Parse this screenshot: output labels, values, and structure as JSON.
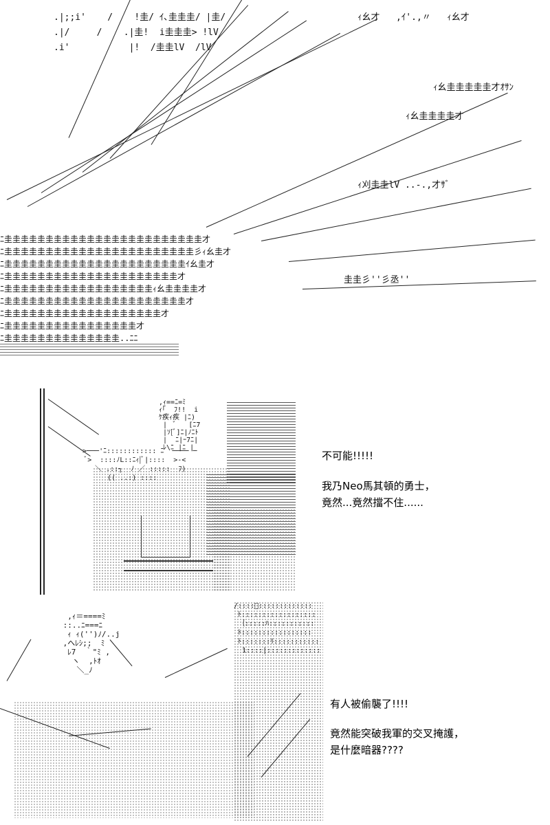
{
  "panel1": {
    "art_rows": [
      "ﾆ圭圭圭圭圭圭圭圭圭圭圭圭圭圭圭圭圭圭圭圭圭圭圭圭才",
      "ﾆ圭圭圭圭圭圭圭圭圭圭圭圭圭圭圭圭圭圭圭圭圭圭圭彡ｨ幺圭才",
      "ﾆ圭圭圭圭圭圭圭圭圭圭圭圭圭圭圭圭圭圭圭圭圭圭ｲ幺圭才",
      "ﾆ圭圭圭圭圭圭圭圭圭圭圭圭圭圭圭圭圭圭圭圭圭才",
      "ﾆ圭圭圭圭圭圭圭圭圭圭圭圭圭圭圭圭圭圭ｨ幺圭圭圭圭才",
      "ﾆ圭圭圭圭圭圭圭圭圭圭圭圭圭圭圭圭圭圭圭圭圭圭才",
      "ﾆ圭圭圭圭圭圭圭圭圭圭圭圭圭圭圭圭圭圭圭才",
      "ﾆ圭圭圭圭圭圭圭圭圭圭圭圭圭圭圭圭才",
      "ﾆ圭圭圭圭圭圭圭圭圭圭圭圭圭圭..ﾆﾆ"
    ],
    "top_fragments": [
      ".|;;i'    /    !圭/ ｲ､圭圭圭/ |圭/",
      ".|/     /    .|圭!  i圭圭圭> !lV",
      ".i'           |!  /圭圭lV  /lV",
      "ｨ幺才   ,ｲ'.,〃   ｨ幺才",
      "ｨ幺圭圭圭圭圭才ｵｻﾝ",
      "ｨ幺圭圭圭圭才",
      "ｨ刈圭圭lV ..-.,才ｻﾞ",
      "圭圭彡''彡丞''"
    ]
  },
  "panel2": {
    "art": {
      "head": " ,ｨ==ﾆ=ﾐ\n ｨ｢  ﾌ!!  i\n ｹ疾ｨ疾 |ﾆ)\n  |  ﾞ   [ﾆ7\n  |ｿ[ﾞ]ﾆ|ﾉﾆﾄ\n  |  ﾆ|ｰ7ﾆ|\n  ﾚ\\ﾆ |ﾆ |",
      "arms": ">───'ﾆ:::::::::::: ﾆ  ──── ─\n ﾞ>  ::::ﾉL::ﾆｨ|ﾞ|::::  >-<\n   ＼ .::┐  ﾉ ／ :::::  ﾌ)\n      (( ..:) ::::"
    },
    "lines": [
      "不可能!!!!!",
      "我乃Neo馬其頓的勇士，",
      "竟然...竟然擋不住......"
    ]
  },
  "panel3": {
    "art": {
      "head": "  ,ｨ＝====ﾐ\n ::..ﾆ===ﾆ\n  ｨ ｨ('')ﾉ/..j\n ,へﾚｼ;;  ﾐ\n  ﾚ7  ｀\"ﾐ ,\n   ヽ  ,ﾄｵ\n    ＼_ﾉ",
      "right": "/::::ﾞ:::::::::::::\n ﾄ::::::::::::::::::\n ｛:::::ﾊ:::::::::::\n ﾄ:::::::::::::::::\n ﾄ:::::::ﾘ:::::::::::\n  1::::|:::::::::::::"
    },
    "lines": [
      "有人被偷襲了!!!!",
      "竟然能突破我軍的交叉掩護，",
      "是什麼暗器????"
    ]
  },
  "colors": {
    "ink": "#000000",
    "background": "#ffffff"
  }
}
